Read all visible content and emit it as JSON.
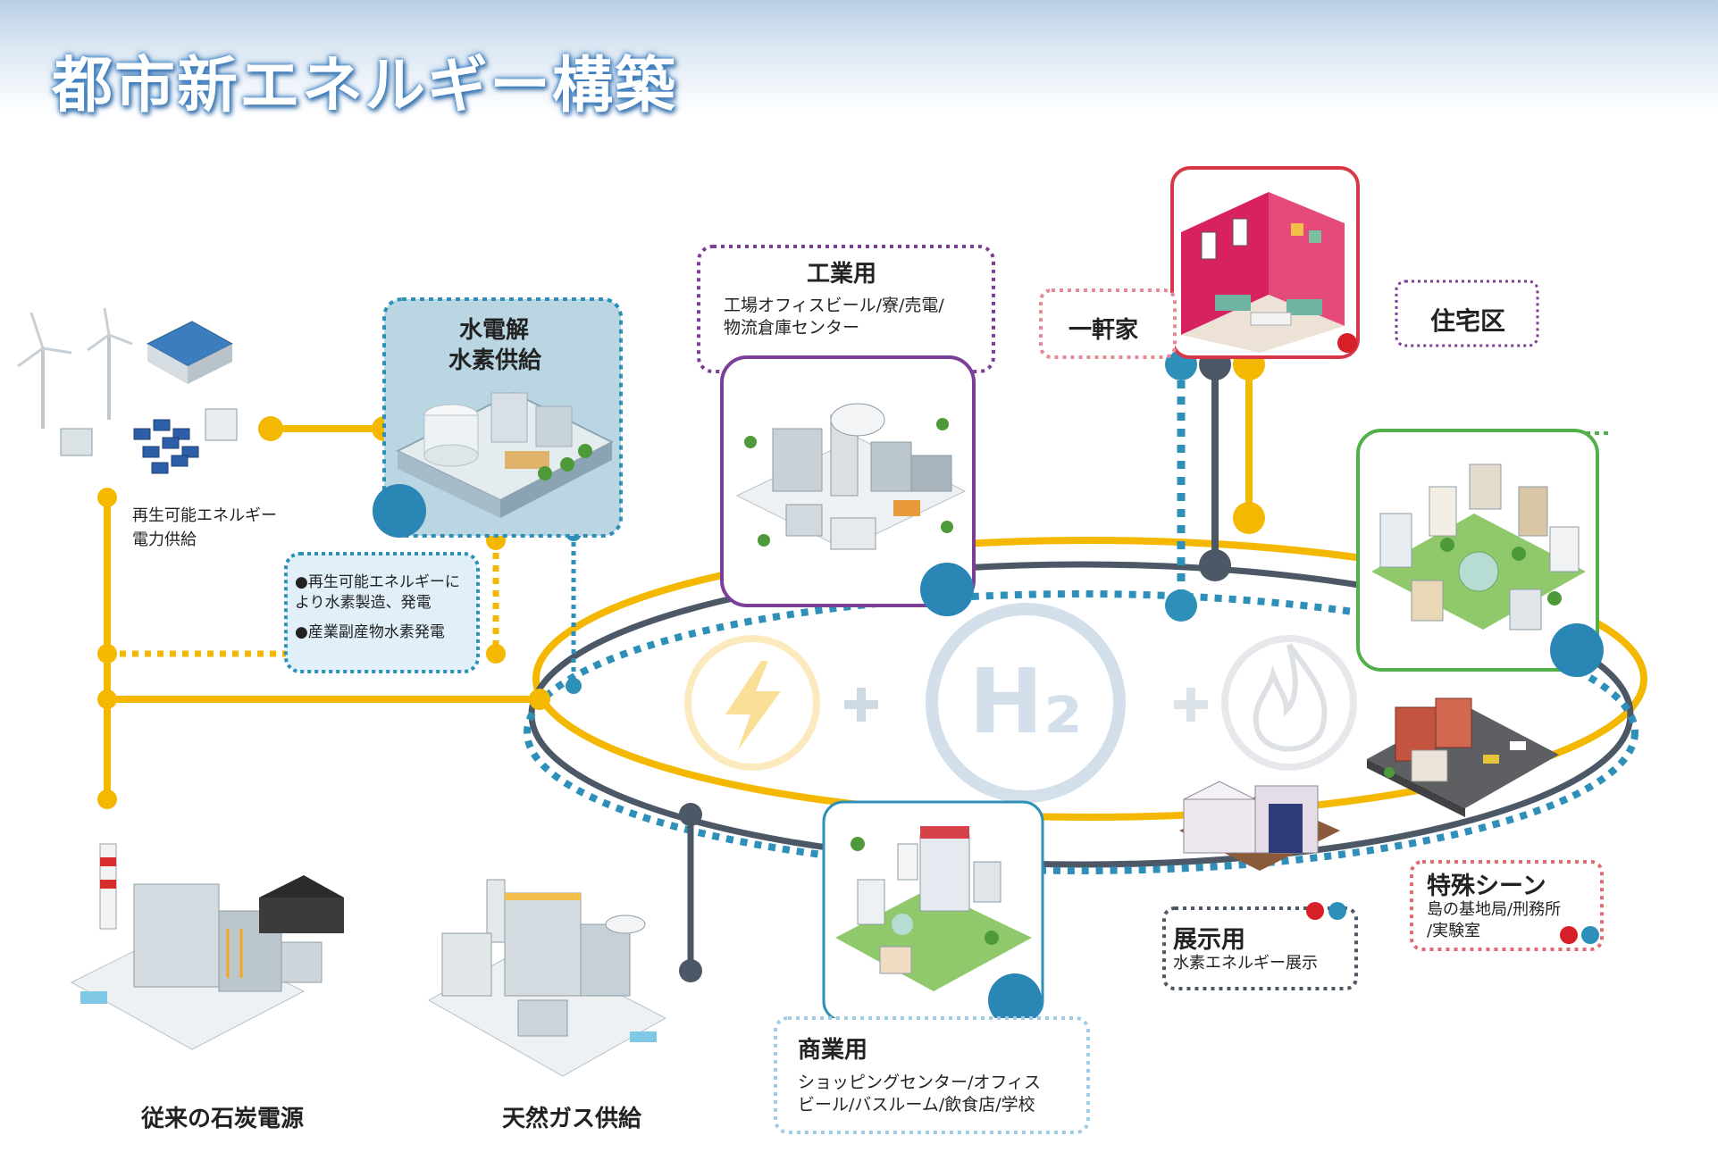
{
  "title": "都市新エネルギー構築",
  "nodes": {
    "electrolysis": {
      "title_line1": "水電解",
      "title_line2": "水素供給"
    },
    "renewable": {
      "line1": "再生可能エネルギー",
      "line2": "電力供給"
    },
    "hydrogen_production": {
      "line1": "●再生可能エネルギーに",
      "line2": "より水素製造、発電",
      "line3": "●産業副産物水素発電"
    },
    "industrial": {
      "title": "工業用",
      "line1": "工場オフィスビール/寮/売電/",
      "line2": "物流倉庫センター"
    },
    "single_house": {
      "title": "一軒家"
    },
    "residential": {
      "title": "住宅区"
    },
    "coal": {
      "title": "従来の石炭電源"
    },
    "gas": {
      "title": "天然ガス供給"
    },
    "commercial": {
      "title": "商業用",
      "line1": "ショッピングセンター/オフィス",
      "line2": "ビール/バスルーム/飲食店/学校"
    },
    "exhibition": {
      "title": "展示用",
      "line1": "水素エネルギー展示"
    },
    "special": {
      "title": "特殊シーン",
      "line1": "島の基地局/刑務所",
      "line2": "/実験室"
    }
  },
  "center_symbol": {
    "h2": "H2",
    "plus": "+"
  },
  "colors": {
    "yellow": "#f5b800",
    "dark": "#4d5866",
    "blue": "#2a86b5",
    "blue_dot": "#2e8fb8",
    "purple": "#7b3f98",
    "red": "#d63030",
    "green": "#52b04a",
    "pink": "#e58a95"
  },
  "icons": [
    "lightning-icon",
    "h2-icon",
    "flame-icon"
  ]
}
